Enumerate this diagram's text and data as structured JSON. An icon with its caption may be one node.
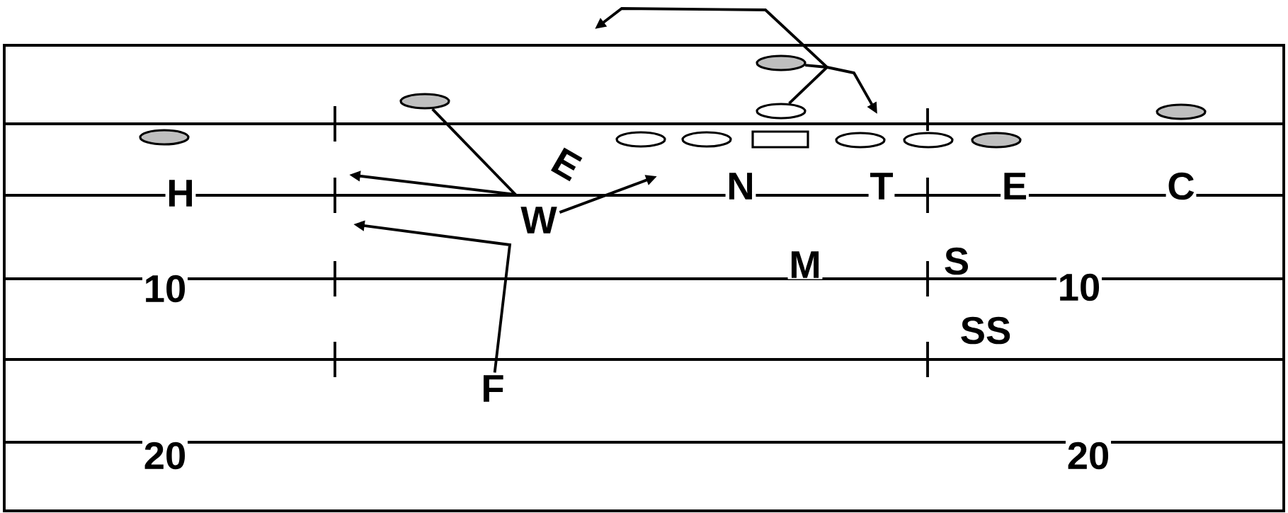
{
  "diagram": {
    "nodes": [
      {
        "text": [],
        "shape": "ellipse"
      },
      {
        "text": [],
        "shape": "ellipse"
      },
      {
        "text": [],
        "shape": "ellipse"
      },
      {
        "text": [],
        "shape": "ellipse"
      },
      {
        "text": [],
        "shape": "ellipse"
      },
      {
        "text": [],
        "shape": "ellipse"
      },
      {
        "text": [],
        "shape": "ellipse"
      },
      {
        "text": [],
        "shape": "box"
      },
      {
        "text": [],
        "shape": "ellipse"
      },
      {
        "text": [],
        "shape": "ellipse"
      },
      {
        "text": [],
        "shape": "ellipse"
      },
      {
        "text": [
          "W"
        ]
      },
      {
        "text": [
          "F"
        ]
      }
    ],
    "edges": [
      {
        "from": 1,
        "to": null,
        "arrow": "to"
      },
      {
        "from": 11,
        "to": null,
        "arrow": "to"
      },
      {
        "from": 12,
        "to": null,
        "arrow": "to"
      },
      {
        "from": 0,
        "to": null,
        "arrow": "to"
      },
      {
        "from": 2,
        "to": null,
        "arrow": "to"
      }
    ],
    "labels": [
      "E",
      "H",
      "N",
      "T",
      "E",
      "C",
      "M",
      "S",
      "10",
      "10",
      "SS",
      "20",
      "20"
    ]
  }
}
